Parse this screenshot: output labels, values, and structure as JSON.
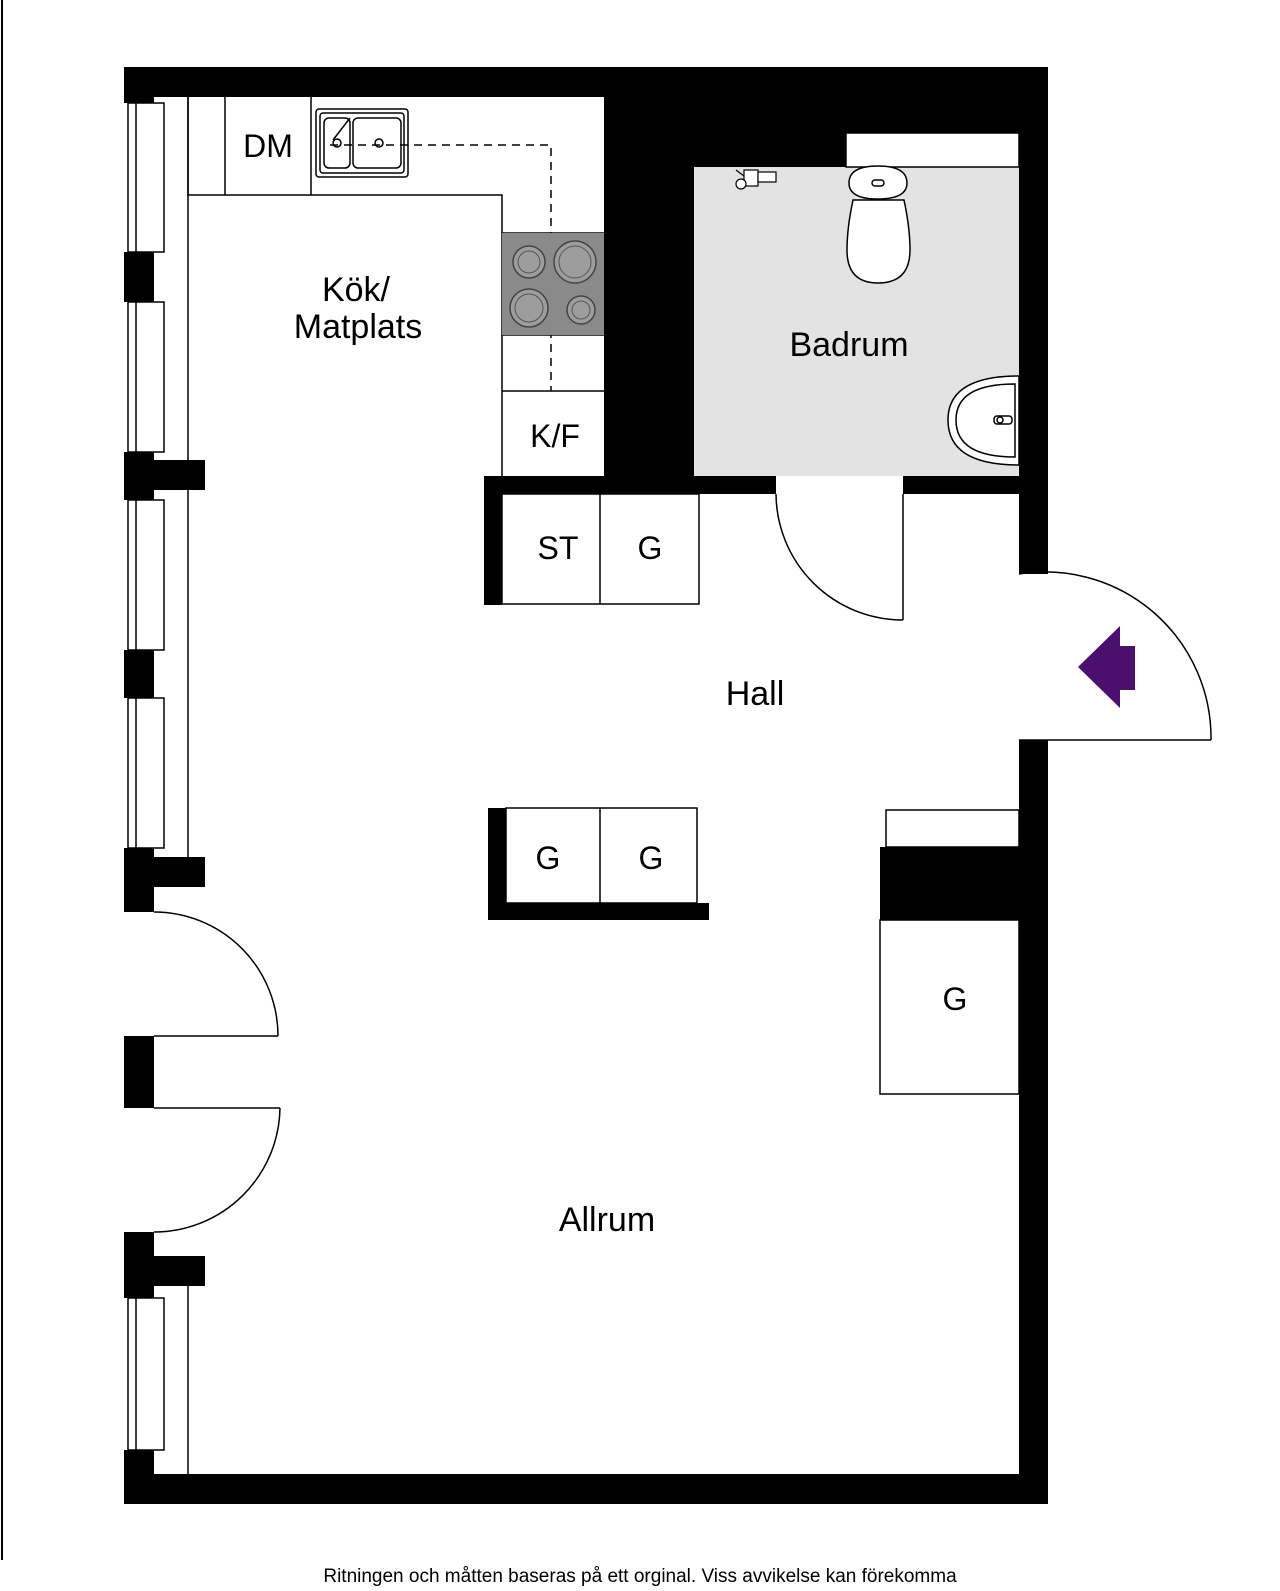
{
  "rooms": {
    "kitchen_line1": "Kök/",
    "kitchen_line2": "Matplats",
    "bathroom": "Badrum",
    "hall": "Hall",
    "living": "Allrum"
  },
  "fixtures": {
    "dishwasher": "DM",
    "fridge_freezer": "K/F",
    "closet_st": "ST",
    "wardrobe_1": "G",
    "wardrobe_2": "G",
    "wardrobe_3": "G",
    "wardrobe_4": "G"
  },
  "footer": {
    "note": "Ritningen och måtten baseras på ett orginal. Viss avvikelse kan förekomma"
  },
  "colors": {
    "wall": "#000000",
    "bathroom_floor": "#e3e3e3",
    "stove": "#8a8a8a",
    "entrance_arrow": "#4b0f6e"
  },
  "icons": {
    "entrance": "entrance-arrow-icon",
    "toilet": "toilet-icon",
    "washbasin": "washbasin-icon",
    "sink": "sink-icon",
    "stove": "stove-icon"
  }
}
